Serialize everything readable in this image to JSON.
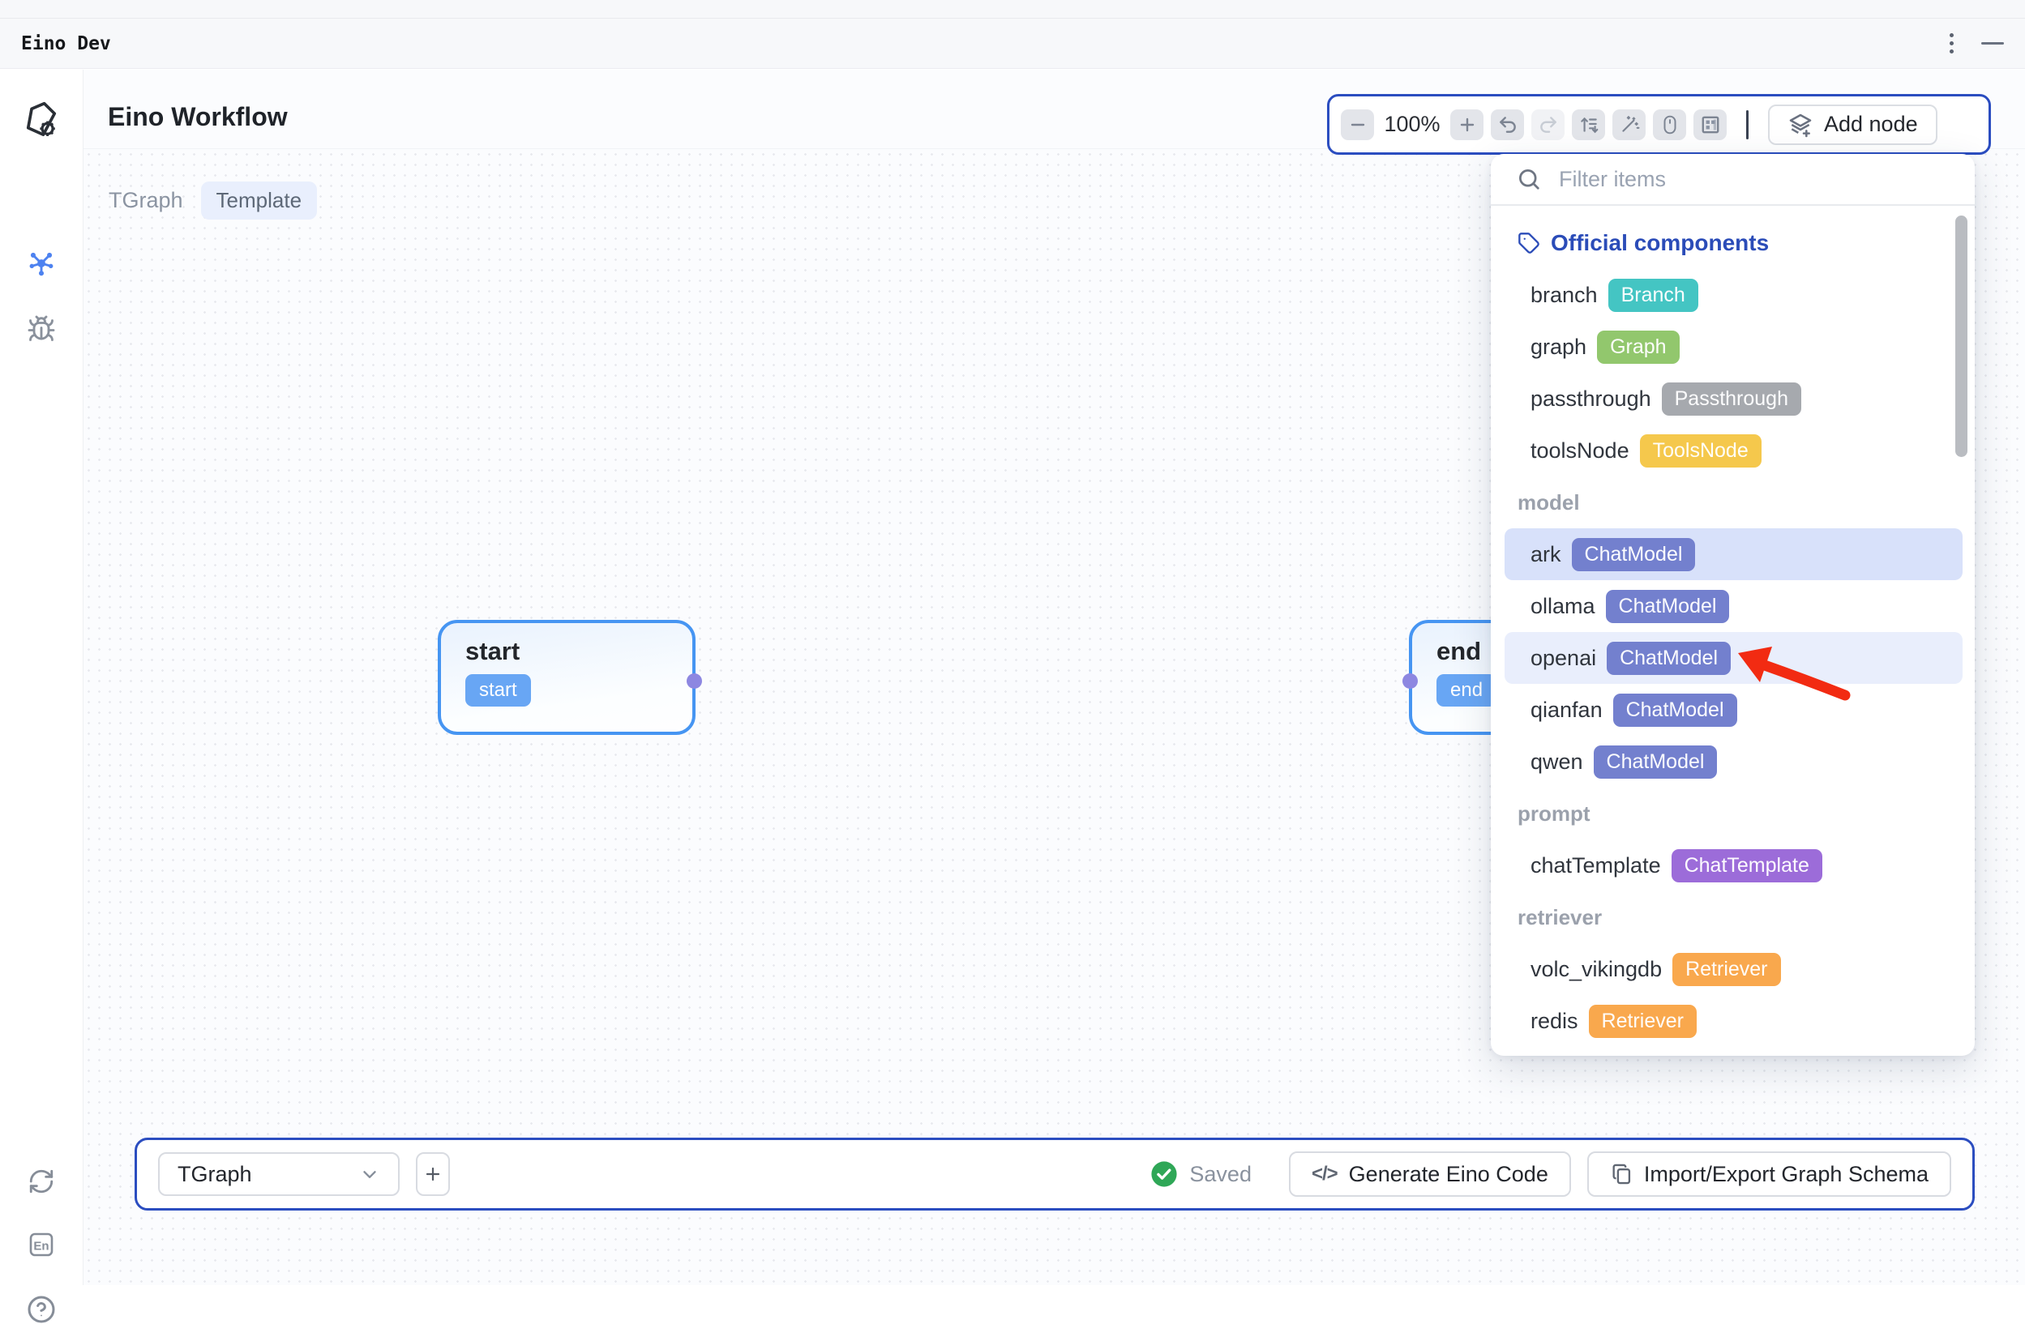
{
  "window": {
    "title": "Eino Dev"
  },
  "header": {
    "title": "Eino Workflow",
    "graph_name": "TGraph",
    "badge": "Template"
  },
  "toolbar": {
    "zoom_level": "100%",
    "add_node_label": "Add node"
  },
  "panel": {
    "filter_placeholder": "Filter items",
    "rows": [
      {
        "type": "heading",
        "label": "Official components"
      },
      {
        "type": "item",
        "label": "branch",
        "badge": "Branch",
        "color": "#44c5c3"
      },
      {
        "type": "item",
        "label": "graph",
        "badge": "Graph",
        "color": "#92c76d"
      },
      {
        "type": "item",
        "label": "passthrough",
        "badge": "Passthrough",
        "color": "#a6a9ae"
      },
      {
        "type": "item",
        "label": "toolsNode",
        "badge": "ToolsNode",
        "color": "#f5c84c"
      },
      {
        "type": "section",
        "label": "model"
      },
      {
        "type": "item",
        "label": "ark",
        "badge": "ChatModel",
        "color": "#7380ce",
        "highlight": "strong"
      },
      {
        "type": "item",
        "label": "ollama",
        "badge": "ChatModel",
        "color": "#7380ce"
      },
      {
        "type": "item",
        "label": "openai",
        "badge": "ChatModel",
        "color": "#7380ce",
        "highlight": "soft",
        "arrow": true
      },
      {
        "type": "item",
        "label": "qianfan",
        "badge": "ChatModel",
        "color": "#7380ce"
      },
      {
        "type": "item",
        "label": "qwen",
        "badge": "ChatModel",
        "color": "#7380ce"
      },
      {
        "type": "section",
        "label": "prompt"
      },
      {
        "type": "item",
        "label": "chatTemplate",
        "badge": "ChatTemplate",
        "color": "#9c6cd9"
      },
      {
        "type": "section",
        "label": "retriever"
      },
      {
        "type": "item",
        "label": "volc_vikingdb",
        "badge": "Retriever",
        "color": "#f9a84d"
      },
      {
        "type": "item",
        "label": "redis",
        "badge": "Retriever",
        "color": "#f9a84d"
      }
    ]
  },
  "canvas": {
    "nodes": [
      {
        "title": "start",
        "badge": "start"
      },
      {
        "title": "end",
        "badge": "end"
      }
    ]
  },
  "footer": {
    "graph_select_value": "TGraph",
    "saved_label": "Saved",
    "generate_label": "Generate Eino Code",
    "import_export_label": "Import/Export Graph Schema"
  },
  "colors": {
    "accent_border": "#2b4dc0",
    "node_border": "#4695f2",
    "node_badge": "#68a6f4",
    "handle": "#8d87e1",
    "saved_green": "#2fa757",
    "arrow_red": "#f22b12",
    "highlight_strong": "#d8e1fa",
    "highlight_soft": "#e9eefc",
    "heading_blue": "#2b4cb8"
  }
}
